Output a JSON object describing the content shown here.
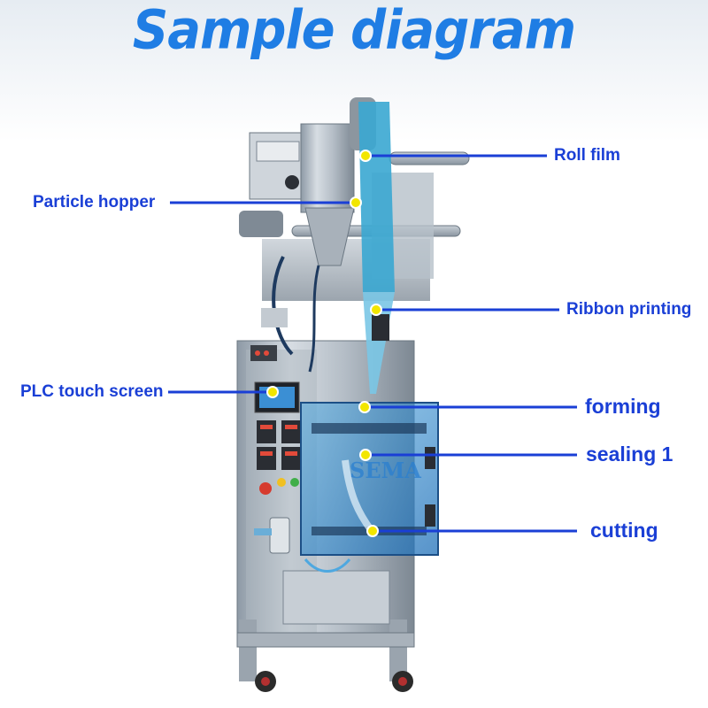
{
  "title": "Sample diagram",
  "labels": {
    "roll_film": "Roll film",
    "particle_hopper": "Particle hopper",
    "ribbon_printing": "Ribbon printing",
    "plc_touch_screen": "PLC touch screen",
    "forming": "forming",
    "sealing_1": "sealing 1",
    "cutting": "cutting"
  },
  "machine_brand_mark": "SEMA",
  "colors": {
    "title": "#1f7de4",
    "label_text": "#1a3fd6",
    "leader_line": "#1a3fd6",
    "marker": "#f2e600",
    "film": "#3aa7d2"
  }
}
